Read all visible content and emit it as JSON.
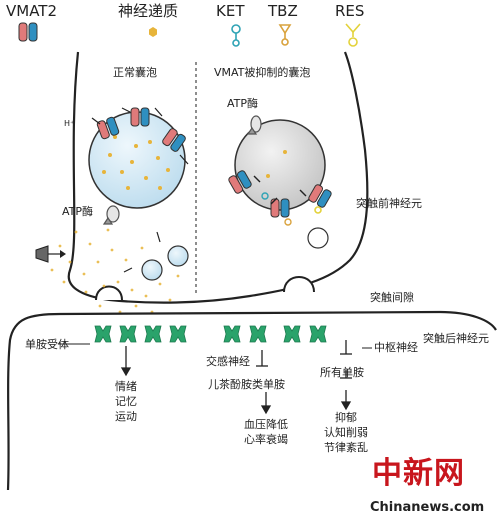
{
  "legend": {
    "vmat2": "VMAT2",
    "neurotransmitter": "神经递质",
    "ket": "KET",
    "tbz": "TBZ",
    "res": "RES"
  },
  "labels": {
    "normal_vesicle": "正常囊泡",
    "inhibited_vesicle": "VMAT被抑制的囊泡",
    "atp_left": "ATP酶",
    "atp_right": "ATP酶",
    "proton": "H⁺",
    "presynaptic": "突触前神经元",
    "cleft": "突触间隙",
    "postsynaptic": "突触后神经元",
    "receptor": "单胺受体",
    "sympathetic": "交感神经",
    "central": "中枢神经",
    "catecholamine": "儿茶酚胺类单胺",
    "all_monoamines": "所有单胺",
    "effects_left": [
      "情绪",
      "记忆",
      "运动"
    ],
    "effects_mid": [
      "血压降低",
      "心率衰竭"
    ],
    "effects_right": [
      "抑郁",
      "认知削弱",
      "节律紊乱"
    ]
  },
  "watermark": {
    "brand": "中新网",
    "site": "Chinanews.com"
  },
  "colors": {
    "vmat_pink": "#e07a7a",
    "vmat_blue": "#2f8fc0",
    "vesicle_blue": "#cfe6f3",
    "vesicle_gray": "#d8d8d8",
    "dots": "#e7b43a",
    "receptor_green": "#2aa36b",
    "ket": "#2fa3b5",
    "tbz": "#d9a23c",
    "res": "#e3d23a",
    "watermark_red": "#c8161d"
  }
}
